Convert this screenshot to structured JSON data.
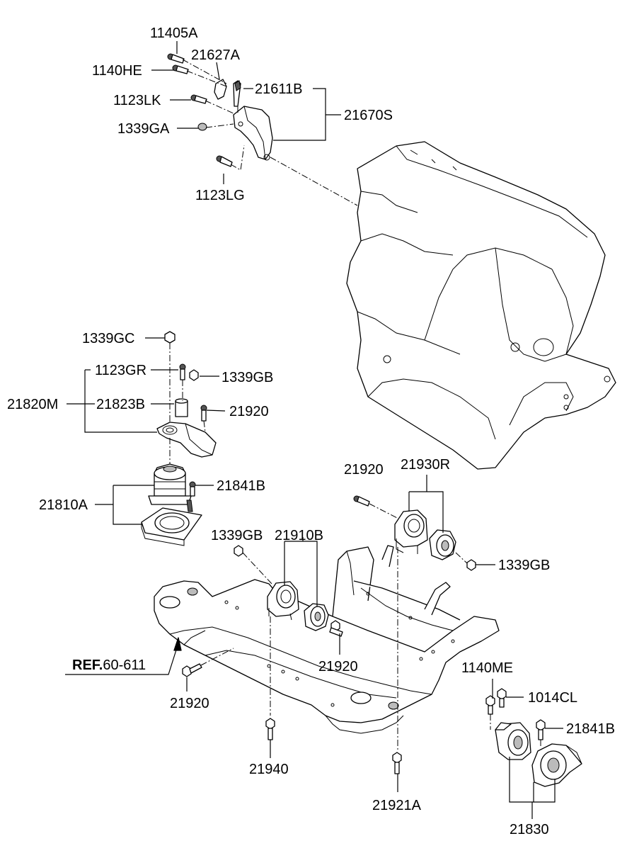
{
  "labels": {
    "l_11405A": "11405A",
    "l_21627A": "21627A",
    "l_1140HE": "1140HE",
    "l_21611B": "21611B",
    "l_1123LK": "1123LK",
    "l_21670S": "21670S",
    "l_1339GA": "1339GA",
    "l_1123LG": "1123LG",
    "l_1339GC": "1339GC",
    "l_1123GR": "1123GR",
    "l_1339GB_a": "1339GB",
    "l_21820M": "21820M",
    "l_21823B": "21823B",
    "l_21920_a": "21920",
    "l_21841B_a": "21841B",
    "l_21810A": "21810A",
    "l_21920_b": "21920",
    "l_21930R": "21930R",
    "l_1339GB_b": "1339GB",
    "l_1339GB_c": "1339GB",
    "l_21910B": "21910B",
    "l_21920_c": "21920",
    "l_ref_bold": "REF.",
    "l_ref_num": "60-611",
    "l_21920_d": "21920",
    "l_1140ME": "1140ME",
    "l_1014CL": "1014CL",
    "l_21841B_b": "21841B",
    "l_21940": "21940",
    "l_21921A": "21921A",
    "l_21830": "21830"
  },
  "colors": {
    "line": "#000000",
    "background": "#ffffff",
    "shade": "#bbbbbb"
  }
}
